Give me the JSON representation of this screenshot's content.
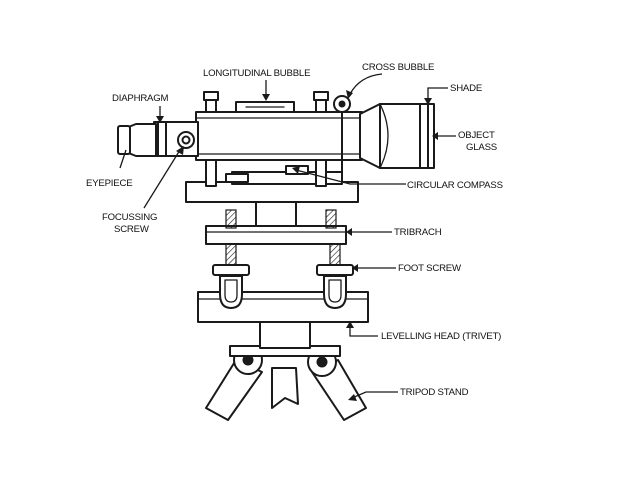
{
  "labels": {
    "longitudinal_bubble": "LONGITUDINAL BUBBLE",
    "cross_bubble": "CROSS BUBBLE",
    "shade": "SHADE",
    "diaphragm": "DIAPHRAGM",
    "object_glass_line1": "OBJECT",
    "object_glass_line2": "GLASS",
    "eyepiece": "EYEPIECE",
    "circular_compass": "CIRCULAR COMPASS",
    "focussing_screw_line1": "FOCUSSING",
    "focussing_screw_line2": "SCREW",
    "tribrach": "TRIBRACH",
    "foot_screw": "FOOT SCREW",
    "levelling_head": "LEVELLING HEAD (TRIVET)",
    "tripod_stand": "TRIPOD STAND"
  },
  "colors": {
    "ink": "#1a1a1a",
    "background": "#ffffff"
  }
}
